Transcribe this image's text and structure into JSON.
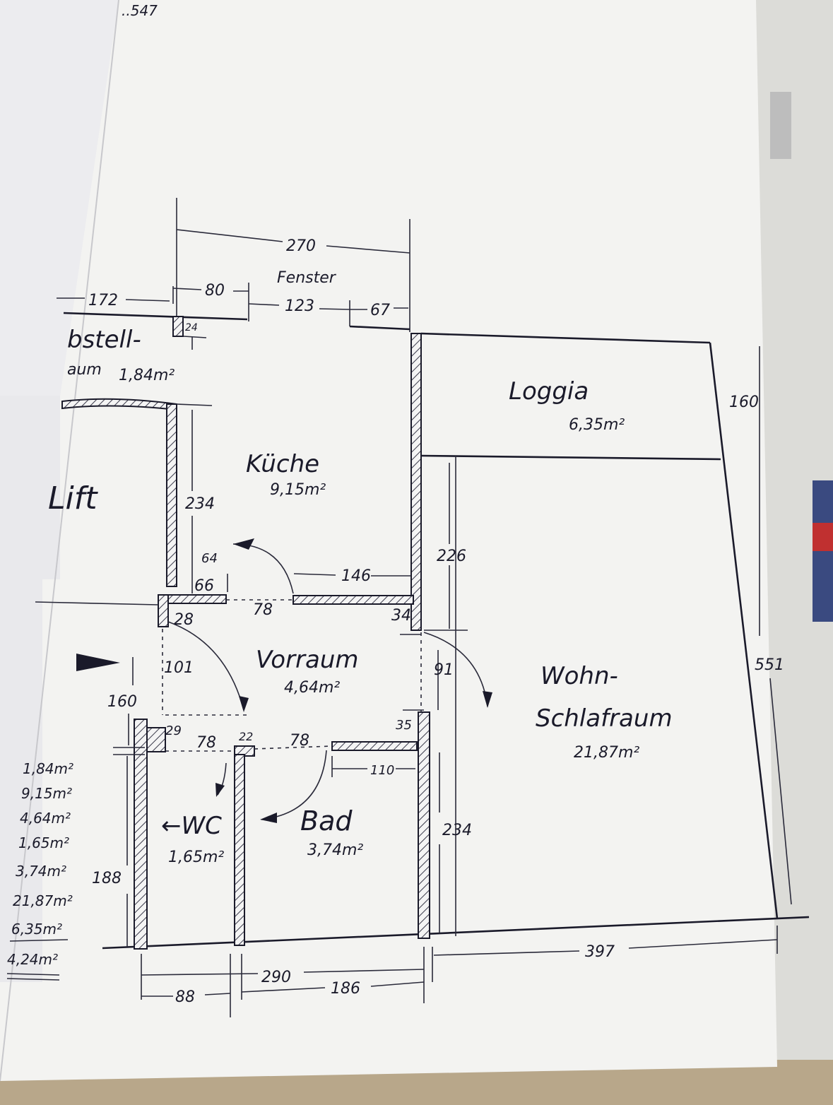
{
  "plan": {
    "corner_mark": "..547",
    "window_label": "Fenster",
    "rooms": {
      "abstell": {
        "name_line1": "bstell-",
        "name_line2": "aum",
        "area": "1,84m²"
      },
      "lift": {
        "name": "Lift"
      },
      "kueche": {
        "name": "Küche",
        "area": "9,15m²"
      },
      "loggia": {
        "name": "Loggia",
        "area": "6,35m²"
      },
      "vorraum": {
        "name": "Vorraum",
        "area": "4,64m²"
      },
      "wohn": {
        "name_line1": "Wohn-",
        "name_line2": "Schlafraum",
        "area": "21,87m²"
      },
      "wc": {
        "name": "WC",
        "area": "1,65m²"
      },
      "bad": {
        "name": "Bad",
        "area": "3,74m²"
      }
    },
    "dimensions": {
      "top_270": "270",
      "top_80": "80",
      "top_123": "123",
      "top_67": "67",
      "left_172": "172",
      "col_24": "24",
      "kitchen_234": "234",
      "door_64": "64",
      "wall_66": "66",
      "door_78_kitchen": "78",
      "kitchen_146": "146",
      "wall_28": "28",
      "wall_34": "34",
      "wohn_226": "226",
      "loggia_160": "160",
      "total_551": "551",
      "vorraum_101": "101",
      "vorraum_91": "91",
      "entry_160": "160",
      "wall_29": "29",
      "wc_door_78": "78",
      "wall_22": "22",
      "bad_door_78": "78",
      "wall_35": "35",
      "bad_110": "110",
      "bad_234": "234",
      "wc_188": "188",
      "bottom_88": "88",
      "bottom_290": "290",
      "bottom_186": "186",
      "bottom_397": "397"
    },
    "area_list": [
      "1,84m²",
      "9,15m²",
      "4,64m²",
      "1,65m²",
      "3,74m²",
      "21,87m²",
      "6,35m²",
      "4,24m²"
    ]
  }
}
